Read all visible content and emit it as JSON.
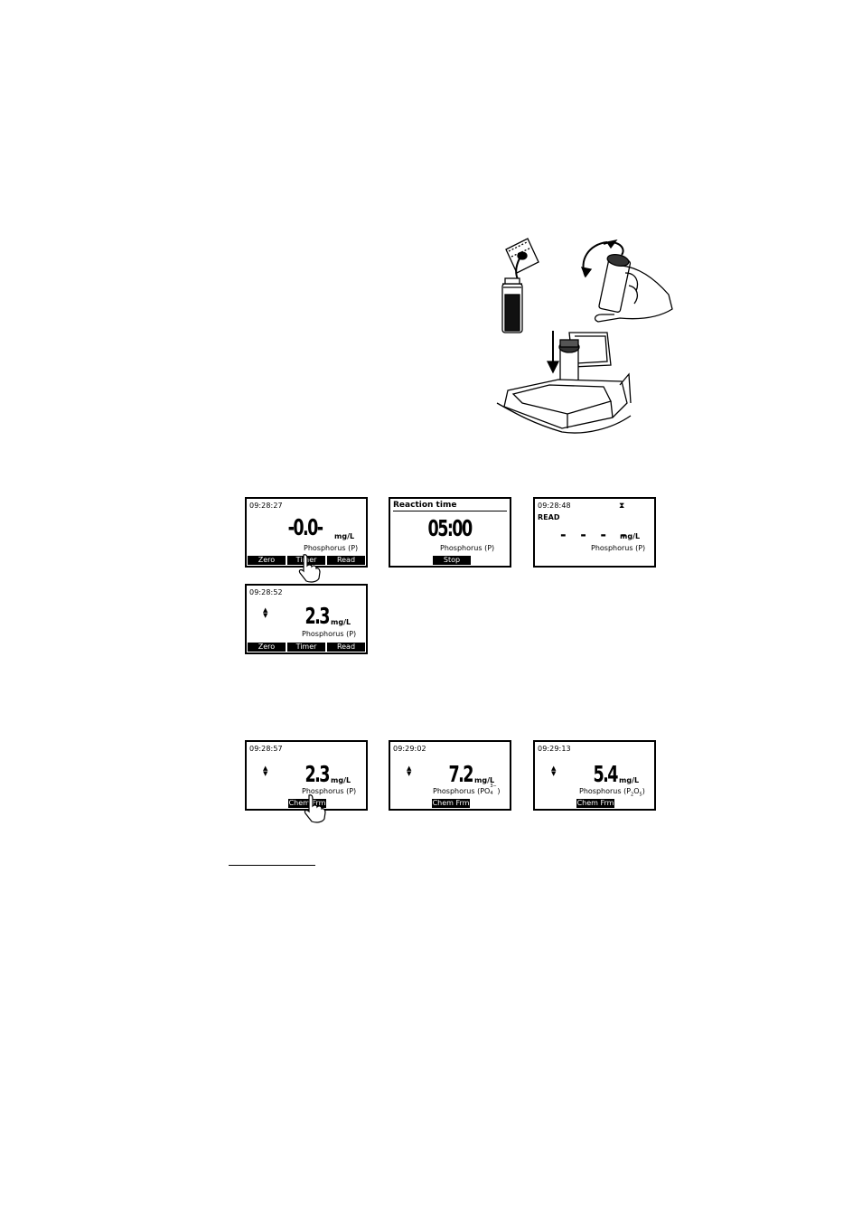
{
  "screens": {
    "s1": {
      "time": "09:28:27",
      "value": "-0.0-",
      "unit": "mg/L",
      "param": "Phosphorus (P)",
      "keys": [
        "Zero",
        "Timer",
        "Read"
      ]
    },
    "s2": {
      "title": "Reaction time",
      "value": "05:00",
      "param": "Phosphorus (P)",
      "key": "Stop"
    },
    "s3": {
      "time": "09:28:48",
      "label": "READ",
      "dashes": "- - - -",
      "unit": "mg/L",
      "param": "Phosphorus (P)",
      "hourglass": "⧗"
    },
    "s4": {
      "time": "09:28:52",
      "value": "2.3",
      "unit": "mg/L",
      "param": "Phosphorus (P)",
      "keys": [
        "Zero",
        "Timer",
        "Read"
      ]
    },
    "s5": {
      "time": "09:28:57",
      "value": "2.3",
      "unit": "mg/L",
      "param": "Phosphorus (P)",
      "key": "Chem Frm"
    },
    "s6": {
      "time": "09:29:02",
      "value": "7.2",
      "unit": "mg/L",
      "param_prefix": "Phosphorus (PO",
      "param_sub": "4",
      "param_sup": "3−",
      "param_suffix": ")",
      "key": "Chem Frm"
    },
    "s7": {
      "time": "09:29:13",
      "value": "5.4",
      "unit": "mg/L",
      "param_prefix": "Phosphorus (P",
      "param_sub": "2",
      "param_mid": "O",
      "param_sub2": "5",
      "param_suffix": ")",
      "key": "Chem Frm"
    }
  },
  "icons": {
    "updown": "up-down-arrows-icon",
    "finger": "pointing-finger-icon",
    "hourglass": "hourglass-icon"
  }
}
